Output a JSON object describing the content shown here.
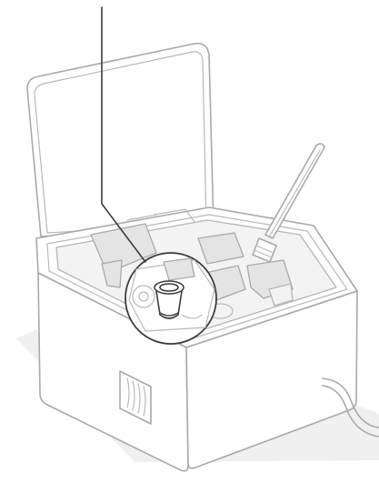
{
  "figure": {
    "subject": "device-with-open-lid-and-cleaning-brush",
    "callout": "highlighted-cup-component",
    "icons": [
      "pointer-line",
      "callout-circle",
      "cup-part",
      "cleaning-brush",
      "power-cable",
      "vent-grille"
    ]
  }
}
